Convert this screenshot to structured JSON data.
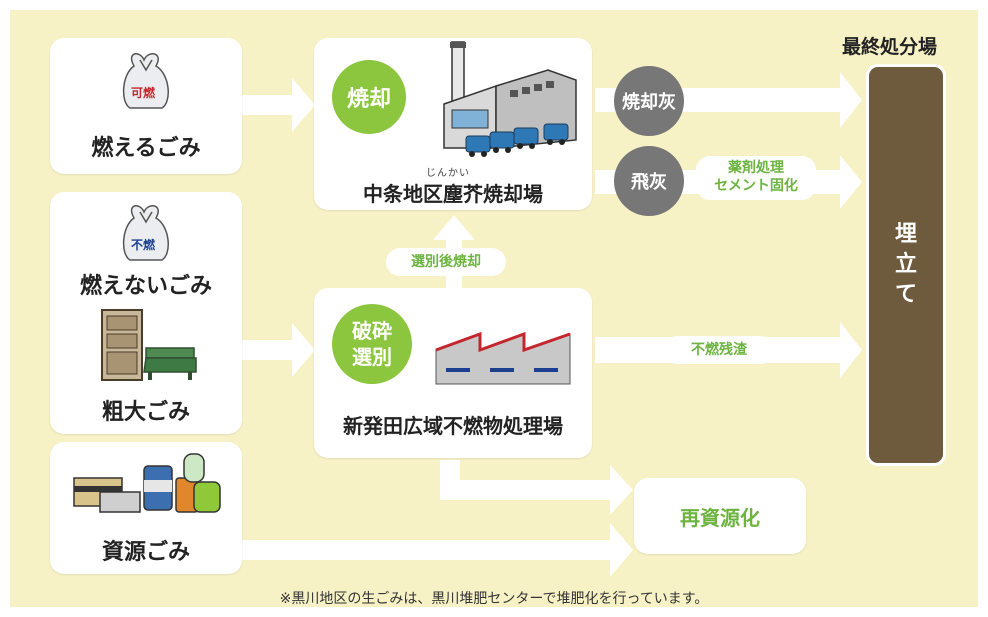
{
  "sources": {
    "burnable": "燃えるごみ",
    "nonburnable": "燃えないごみ",
    "bulky": "粗大ごみ",
    "recyclable": "資源ごみ"
  },
  "bag_labels": {
    "burnable": "可燃",
    "nonburnable": "不燃"
  },
  "incinerator": {
    "process": "焼却",
    "ruby": "じんかい",
    "name": "中条地区塵芥焼却場"
  },
  "crusher": {
    "process_line1": "破砕",
    "process_line2": "選別",
    "name": "新発田広域不燃物処理場"
  },
  "outputs": {
    "ash": "焼却灰",
    "fly_ash": "飛灰",
    "fly_ash_treatment_line1": "薬剤処理",
    "fly_ash_treatment_line2": "セメント固化",
    "residue": "不燃残渣",
    "after_sort_burn": "選別後焼却",
    "recycle": "再資源化"
  },
  "final": {
    "heading": "最終処分場",
    "landfill": [
      "埋",
      "立",
      "て"
    ]
  },
  "footnote": "※黒川地区の生ごみは、黒川堆肥センターで堆肥化を行っています。",
  "colors": {
    "background": "#f7f1c6",
    "process_green": "#8cc63f",
    "output_grey": "#777777",
    "landfill_brown": "#6e5a3d",
    "label_green": "#6cb33f"
  }
}
